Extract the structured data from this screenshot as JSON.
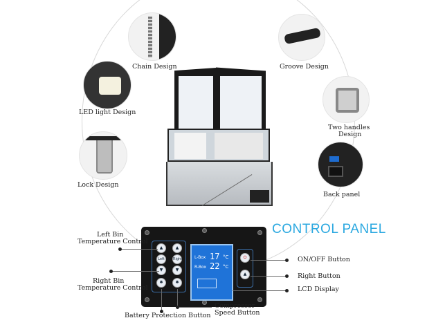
{
  "labels": {
    "chain": "Chain Design",
    "groove": "Groove Design",
    "led": "LED light Design",
    "two_handles_1": "Two handles",
    "two_handles_2": "Design",
    "lock": "Lock Design",
    "back_panel": "Back panel",
    "control_panel": "CONTROL PANEL",
    "left_bin_1": "Left Bin",
    "left_bin_2": "Temperature Control",
    "right_bin_1": "Right Bin",
    "right_bin_2": "Temperature Control",
    "on_off": "ON/OFF Button",
    "right_button": "Right Button",
    "lcd_display": "LCD Display",
    "battery": "Battery Protection Button",
    "compressor_1": "Compressor",
    "compressor_2": "Speed Button"
  },
  "lcd": {
    "l_box": "L-Box",
    "r_box": "R-Box",
    "left_temp": "17",
    "right_temp": "22",
    "unit": "°C"
  },
  "panel_buttons": {
    "left": "Left",
    "right": "Right"
  },
  "colors": {
    "accent": "#2aa8e0",
    "lcd_blue": "#1f73d8"
  }
}
